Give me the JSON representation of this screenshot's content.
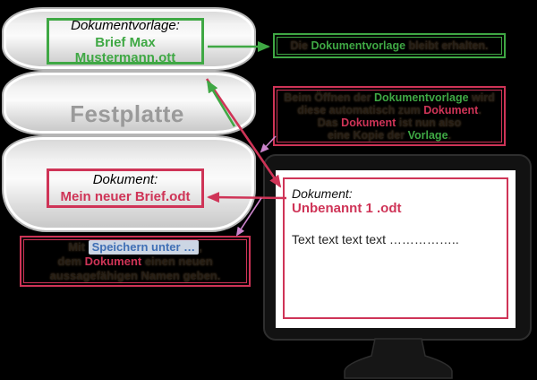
{
  "colors": {
    "background": "#000000",
    "green": "#3fa844",
    "red": "#cf3457",
    "pink_connector": "#cc85cc",
    "menu_text_blue": "#3f6fb5",
    "menu_chip_bg": "#ccd6e4",
    "disk_label_gray": "#9a9a9a"
  },
  "disk": {
    "label": "Festplatte",
    "template_box": {
      "title": "Dokumentvorlage:",
      "filename": "Brief Max Mustermann.ott"
    },
    "document_box": {
      "title": "Dokument:",
      "filename": "Mein neuer Brief.odt"
    }
  },
  "callout_template_kept": {
    "parts": [
      "Die ",
      "Dokumentvorlage",
      " bleibt erhalten."
    ]
  },
  "callout_open": {
    "l1": [
      "Beim Öffnen der ",
      "Dokumentvorlage",
      " wird"
    ],
    "l2": [
      "diese automatisch zum ",
      "Dokument",
      "."
    ],
    "l3": [
      "Das ",
      "Dokument",
      " ist nun also"
    ],
    "l4": [
      "eine Kopie der ",
      "Vorlage",
      "."
    ]
  },
  "callout_save": {
    "l1_prefix": "Mit ",
    "l1_menu": "Speichern unter …",
    "l1_suffix": ",",
    "l2": [
      "dem ",
      "Dokument",
      " einen neuen"
    ],
    "l3": "aussagefähigen Namen geben."
  },
  "monitor": {
    "doc_title": "Dokument:",
    "doc_filename": "Unbenannt 1 .odt",
    "body_text": "Text text text text …………….."
  }
}
